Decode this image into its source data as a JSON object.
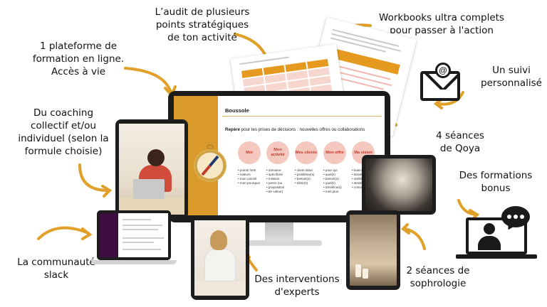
{
  "captions": {
    "audit": "L’audit de plusieurs\npoints stratégiques\nde ton activité",
    "workbooks": "Workbooks ultra complets\npour passer à l'action",
    "plateforme": "1 plateforme de\nformation en ligne.\nAccès à vie",
    "suivi": "Un suivi\npersonnalisé",
    "coaching": "Du coaching\ncollectif et/ou\nindividuel (selon la\nformule choisie)",
    "qoya": "4 séances\nde Qoya",
    "bonus": "Des formations\nbonus",
    "slack": "La communauté\nslack",
    "sophro": "2 séances de\nsophrologie",
    "experts": "Des interventions\nd'experts"
  },
  "monitor": {
    "title": "Boussole",
    "repere_bold": "Repère",
    "repere_text": " pour tes prises de décisions : nouvelles offres ou collaborations",
    "columns": [
      {
        "label": "Moi",
        "items": [
          "points forts",
          "valeurs",
          "mon unicité",
          "mon pourquoi"
        ]
      },
      {
        "label": "Mon activité",
        "items": [
          "domaine",
          "spécificité",
          "mission",
          "perso (ou",
          "proposition",
          "de valeur)"
        ]
      },
      {
        "label": "Mes clients",
        "items": [
          "client idéal",
          "problème(s)",
          "besoin(s)",
          "désir(s)"
        ]
      },
      {
        "label": "Mon offre",
        "items": [
          "pour qui",
          "quel(s)",
          "besoin(s)",
          "quel(s)",
          "bénéfice(s)",
          "mes plus"
        ]
      },
      {
        "label": "Ma vision",
        "items": [
          "business id",
          "stratégie d",
          "visibilité",
          "stratégie d",
          "conversion"
        ]
      }
    ]
  },
  "colors": {
    "accent": "#d99a2b",
    "arrow": "#e1a02a",
    "pink": "#f4c8bf"
  },
  "icons": [
    "envelope-icon",
    "at-icon",
    "video-call-icon",
    "chat-bubble-icon",
    "compass-icon"
  ]
}
